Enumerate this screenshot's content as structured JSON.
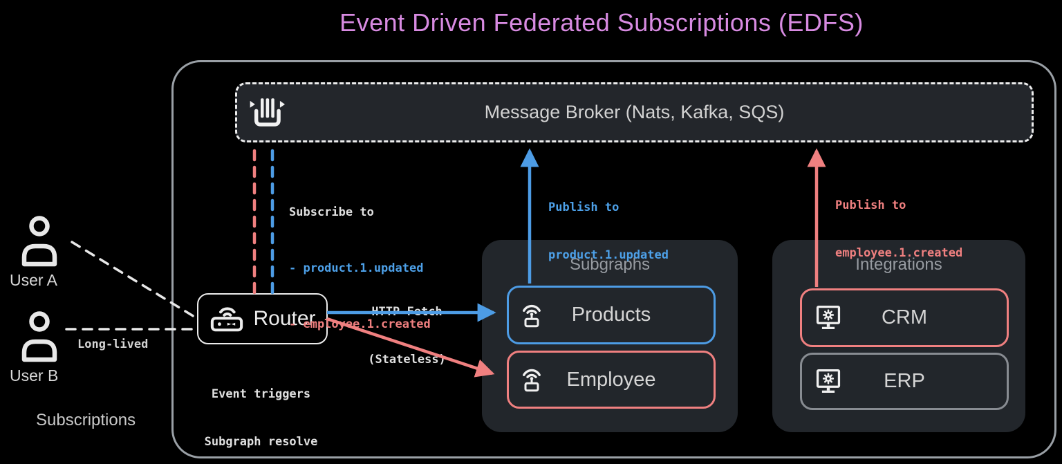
{
  "title": "Event Driven Federated Subscriptions (EDFS)",
  "colors": {
    "title_purple": "#d88be2",
    "accent_blue": "#4d9ce5",
    "accent_red": "#f08080",
    "panel_fill": "#22262b",
    "outer_border_gray": "#9aa0a6"
  },
  "broker": {
    "label": "Message Broker (Nats, Kafka, SQS)",
    "icon": "message-queue-icon"
  },
  "router": {
    "label": "Router",
    "icon": "router-icon"
  },
  "router_note": {
    "line1": "Event triggers",
    "line2": "Subgraph resolve"
  },
  "subscribe": {
    "heading": "Subscribe to",
    "topic_blue": "- product.1.updated",
    "topic_red": "- employee.1.created"
  },
  "publish_blue": {
    "line1": "Publish to",
    "line2": "product.1.updated"
  },
  "publish_red": {
    "line1": "Publish to",
    "line2": "employee.1.created"
  },
  "http_fetch": {
    "line1": "HTTP Fetch",
    "line2": "(Stateless)"
  },
  "users": {
    "user_a": "User A",
    "user_b": "User B",
    "long_lived": "Long-lived",
    "subscriptions": "Subscriptions"
  },
  "subgraphs": {
    "title": "Subgraphs",
    "items": [
      {
        "label": "Products",
        "accent": "blue",
        "icon": "broadcast-icon"
      },
      {
        "label": "Employee",
        "accent": "red",
        "icon": "broadcast-icon"
      }
    ]
  },
  "integrations": {
    "title": "Integrations",
    "items": [
      {
        "label": "CRM",
        "accent": "red",
        "icon": "monitor-gear-icon"
      },
      {
        "label": "ERP",
        "accent": "gray",
        "icon": "monitor-gear-icon"
      }
    ]
  }
}
